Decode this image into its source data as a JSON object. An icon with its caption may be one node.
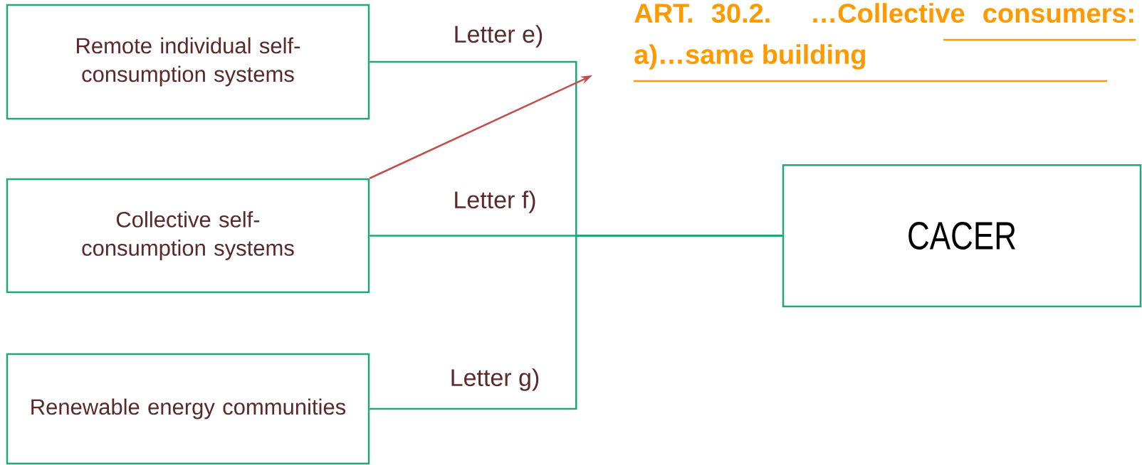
{
  "diagram": {
    "nodes": [
      {
        "text": [
          "Remote individual self-consumption systems"
        ]
      },
      {
        "text": [
          "Collective self-consumption systems"
        ]
      },
      {
        "text": [
          "Renewable energy communities"
        ]
      },
      {
        "text": [
          "CACER"
        ]
      },
      {
        "text": [
          "ART. 30.2. …Collective consumers: a)…same building"
        ]
      }
    ],
    "edges": [
      {
        "from": 0,
        "to": 3,
        "arrow": "none",
        "label": "Letter e)"
      },
      {
        "from": 1,
        "to": 3,
        "arrow": "none",
        "label": "Letter f)"
      },
      {
        "from": 2,
        "to": 3,
        "arrow": "none",
        "label": "Letter g)"
      },
      {
        "from": 1,
        "to": 4,
        "arrow": "to",
        "color": "#c0504d"
      }
    ]
  }
}
